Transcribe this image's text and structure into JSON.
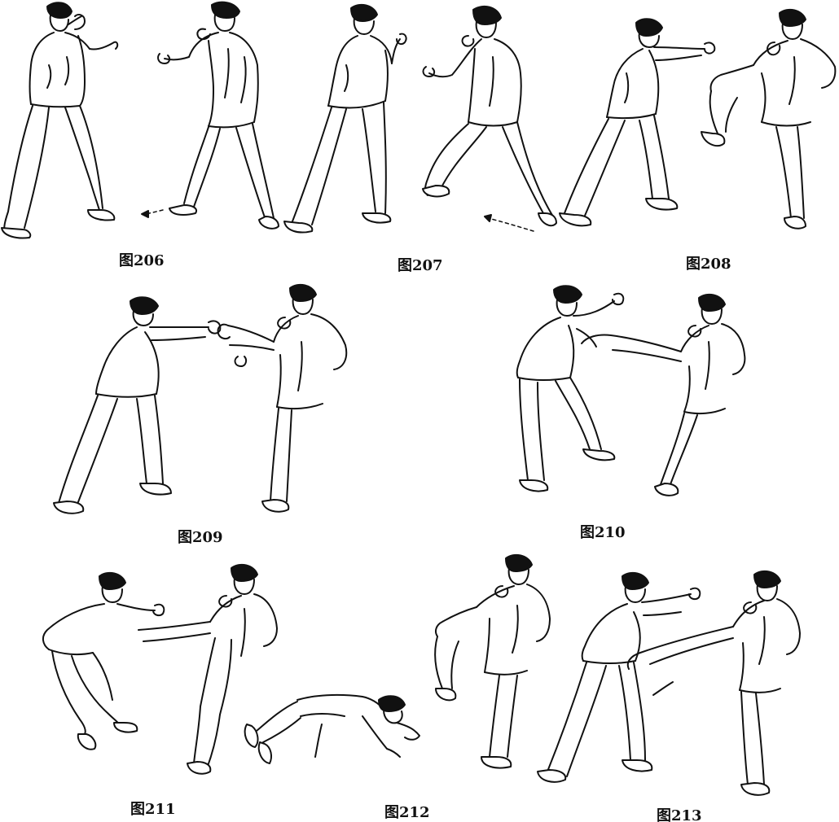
{
  "captions": {
    "fig206": "图206",
    "fig207": "图207",
    "fig208": "图208",
    "fig209": "图209",
    "fig210": "图210",
    "fig211": "图211",
    "fig212": "图212",
    "fig213": "图213"
  },
  "colors": {
    "ink": "#111111",
    "paper": "#ffffff"
  }
}
